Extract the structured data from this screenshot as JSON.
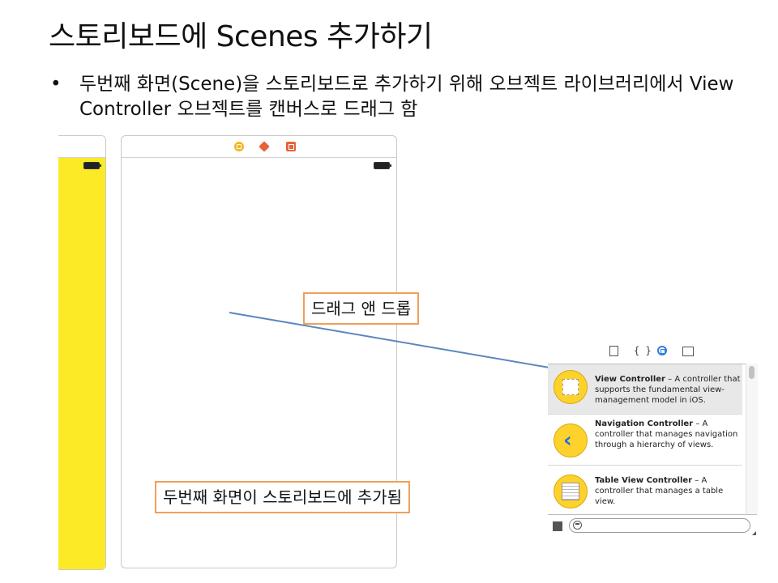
{
  "slide": {
    "title": "스토리보드에 Scenes 추가하기",
    "bullet_mark": "•",
    "bullet": "두번째 화면(Scene)을 스토리보드로 추가하기 위해 오브젝트 라이브러리에서 View Controller 오브젝트를 캔버스로 드래그 함"
  },
  "callouts": {
    "drag_drop": "드래그 앤 드롭",
    "scene_added": "두번째 화면이 스토리보드에 추가됨"
  },
  "library": {
    "toolbar_braces": "{ }",
    "items": [
      {
        "name": "View Controller",
        "desc": " – A controller that supports the fundamental view-management model in iOS.",
        "selected": true
      },
      {
        "name": "Navigation Controller",
        "desc": " – A controller that manages navigation through a hierarchy of views.",
        "selected": false
      },
      {
        "name": "Table View Controller",
        "desc": " – A controller that manages a table view.",
        "selected": false
      }
    ],
    "filter_placeholder": ""
  },
  "icons": {
    "scene_dock": [
      "view-controller-icon",
      "first-responder-icon",
      "exit-icon"
    ],
    "toolbar": [
      "file-template-icon",
      "code-snippet-icon",
      "object-library-icon",
      "media-library-icon"
    ],
    "items": [
      "view-controller-icon",
      "navigation-controller-icon",
      "table-view-controller-icon"
    ]
  },
  "colors": {
    "callout_border": "#f0a05a",
    "arrow": "#5b86c1",
    "scene_background_left": "#fdea27",
    "item_icon": "#fdd22a",
    "selection_accent": "#2f7de1"
  }
}
